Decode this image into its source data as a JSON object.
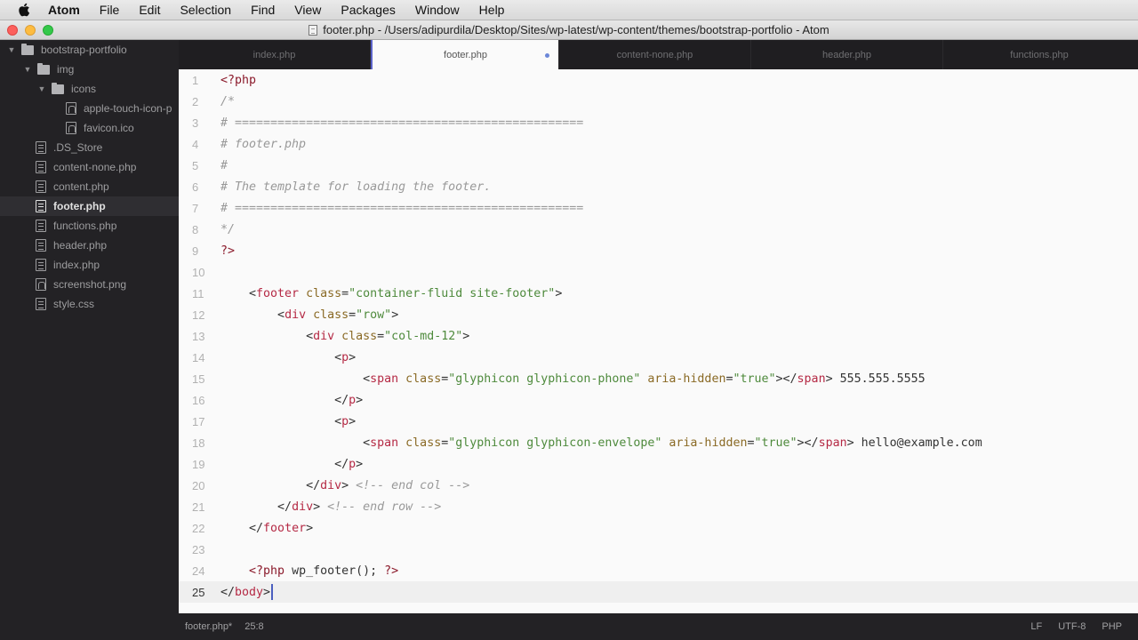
{
  "menubar": {
    "app": "Atom",
    "items": [
      "File",
      "Edit",
      "Selection",
      "Find",
      "View",
      "Packages",
      "Window",
      "Help"
    ]
  },
  "window": {
    "title": "footer.php - /Users/adipurdila/Desktop/Sites/wp-latest/wp-content/themes/bootstrap-portfolio - Atom"
  },
  "tree": {
    "root": "bootstrap-portfolio",
    "items": [
      {
        "label": "img",
        "type": "folder",
        "depth": 1
      },
      {
        "label": "icons",
        "type": "folder",
        "depth": 2
      },
      {
        "label": "apple-touch-icon-p",
        "type": "image",
        "depth": 3
      },
      {
        "label": "favicon.ico",
        "type": "image",
        "depth": 3
      },
      {
        "label": ".DS_Store",
        "type": "file",
        "depth": 1
      },
      {
        "label": "content-none.php",
        "type": "file",
        "depth": 1
      },
      {
        "label": "content.php",
        "type": "file",
        "depth": 1
      },
      {
        "label": "footer.php",
        "type": "file",
        "depth": 1,
        "selected": true
      },
      {
        "label": "functions.php",
        "type": "file",
        "depth": 1
      },
      {
        "label": "header.php",
        "type": "file",
        "depth": 1
      },
      {
        "label": "index.php",
        "type": "file",
        "depth": 1
      },
      {
        "label": "screenshot.png",
        "type": "image",
        "depth": 1
      },
      {
        "label": "style.css",
        "type": "file",
        "depth": 1
      }
    ]
  },
  "tabs": [
    {
      "label": "index.php",
      "active": false
    },
    {
      "label": "footer.php",
      "active": true,
      "modified": true
    },
    {
      "label": "content-none.php",
      "active": false
    },
    {
      "label": "header.php",
      "active": false
    },
    {
      "label": "functions.php",
      "active": false
    }
  ],
  "editor": {
    "lines": [
      {
        "n": "1",
        "text": "<?php"
      },
      {
        "n": "2",
        "text": "/*"
      },
      {
        "n": "3",
        "text": "# ================================================="
      },
      {
        "n": "4",
        "text": "# footer.php"
      },
      {
        "n": "5",
        "text": "#"
      },
      {
        "n": "6",
        "text": "# The template for loading the footer."
      },
      {
        "n": "7",
        "text": "# ================================================="
      },
      {
        "n": "8",
        "text": "*/"
      },
      {
        "n": "9",
        "text": "?>"
      },
      {
        "n": "10",
        "text": ""
      },
      {
        "n": "11",
        "text": "    <footer class=\"container-fluid site-footer\">"
      },
      {
        "n": "12",
        "text": "        <div class=\"row\">"
      },
      {
        "n": "13",
        "text": "            <div class=\"col-md-12\">"
      },
      {
        "n": "14",
        "text": "                <p>"
      },
      {
        "n": "15",
        "text": "                    <span class=\"glyphicon glyphicon-phone\" aria-hidden=\"true\"></span> 555.555.5555"
      },
      {
        "n": "16",
        "text": "                </p>"
      },
      {
        "n": "17",
        "text": "                <p>"
      },
      {
        "n": "18",
        "text": "                    <span class=\"glyphicon glyphicon-envelope\" aria-hidden=\"true\"></span> hello@example.com"
      },
      {
        "n": "19",
        "text": "                </p>"
      },
      {
        "n": "20",
        "text": "            </div> <!-- end col -->"
      },
      {
        "n": "21",
        "text": "        </div> <!-- end row -->"
      },
      {
        "n": "22",
        "text": "    </footer>"
      },
      {
        "n": "23",
        "text": ""
      },
      {
        "n": "24",
        "text": "    <?php wp_footer(); ?>"
      },
      {
        "n": "25",
        "text": "</body>",
        "current": true
      }
    ]
  },
  "statusbar": {
    "file": "footer.php*",
    "cursor": "25:8",
    "line_ending": "LF",
    "encoding": "UTF-8",
    "grammar": "PHP"
  },
  "colors": {
    "accent": "#5a62c8",
    "modified_dot": "#6b87d8",
    "tag": "#b52a45",
    "string": "#4e8a3c",
    "attribute": "#8a6a25",
    "comment": "#999999"
  }
}
